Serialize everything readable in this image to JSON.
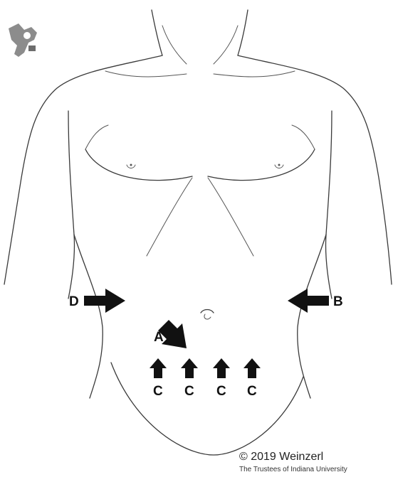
{
  "arrows": {
    "A": "A",
    "B": "B",
    "C": "C",
    "D": "D"
  },
  "credit": {
    "copyright": "© 2019 Weinzerl",
    "institution": "The Trustees of Indiana University"
  },
  "colors": {
    "arrow": "#111111",
    "outline": "#3a3a3a",
    "background": "#ffffff"
  },
  "icons": {
    "corner_logo": "surgical-device-logo-icon"
  }
}
